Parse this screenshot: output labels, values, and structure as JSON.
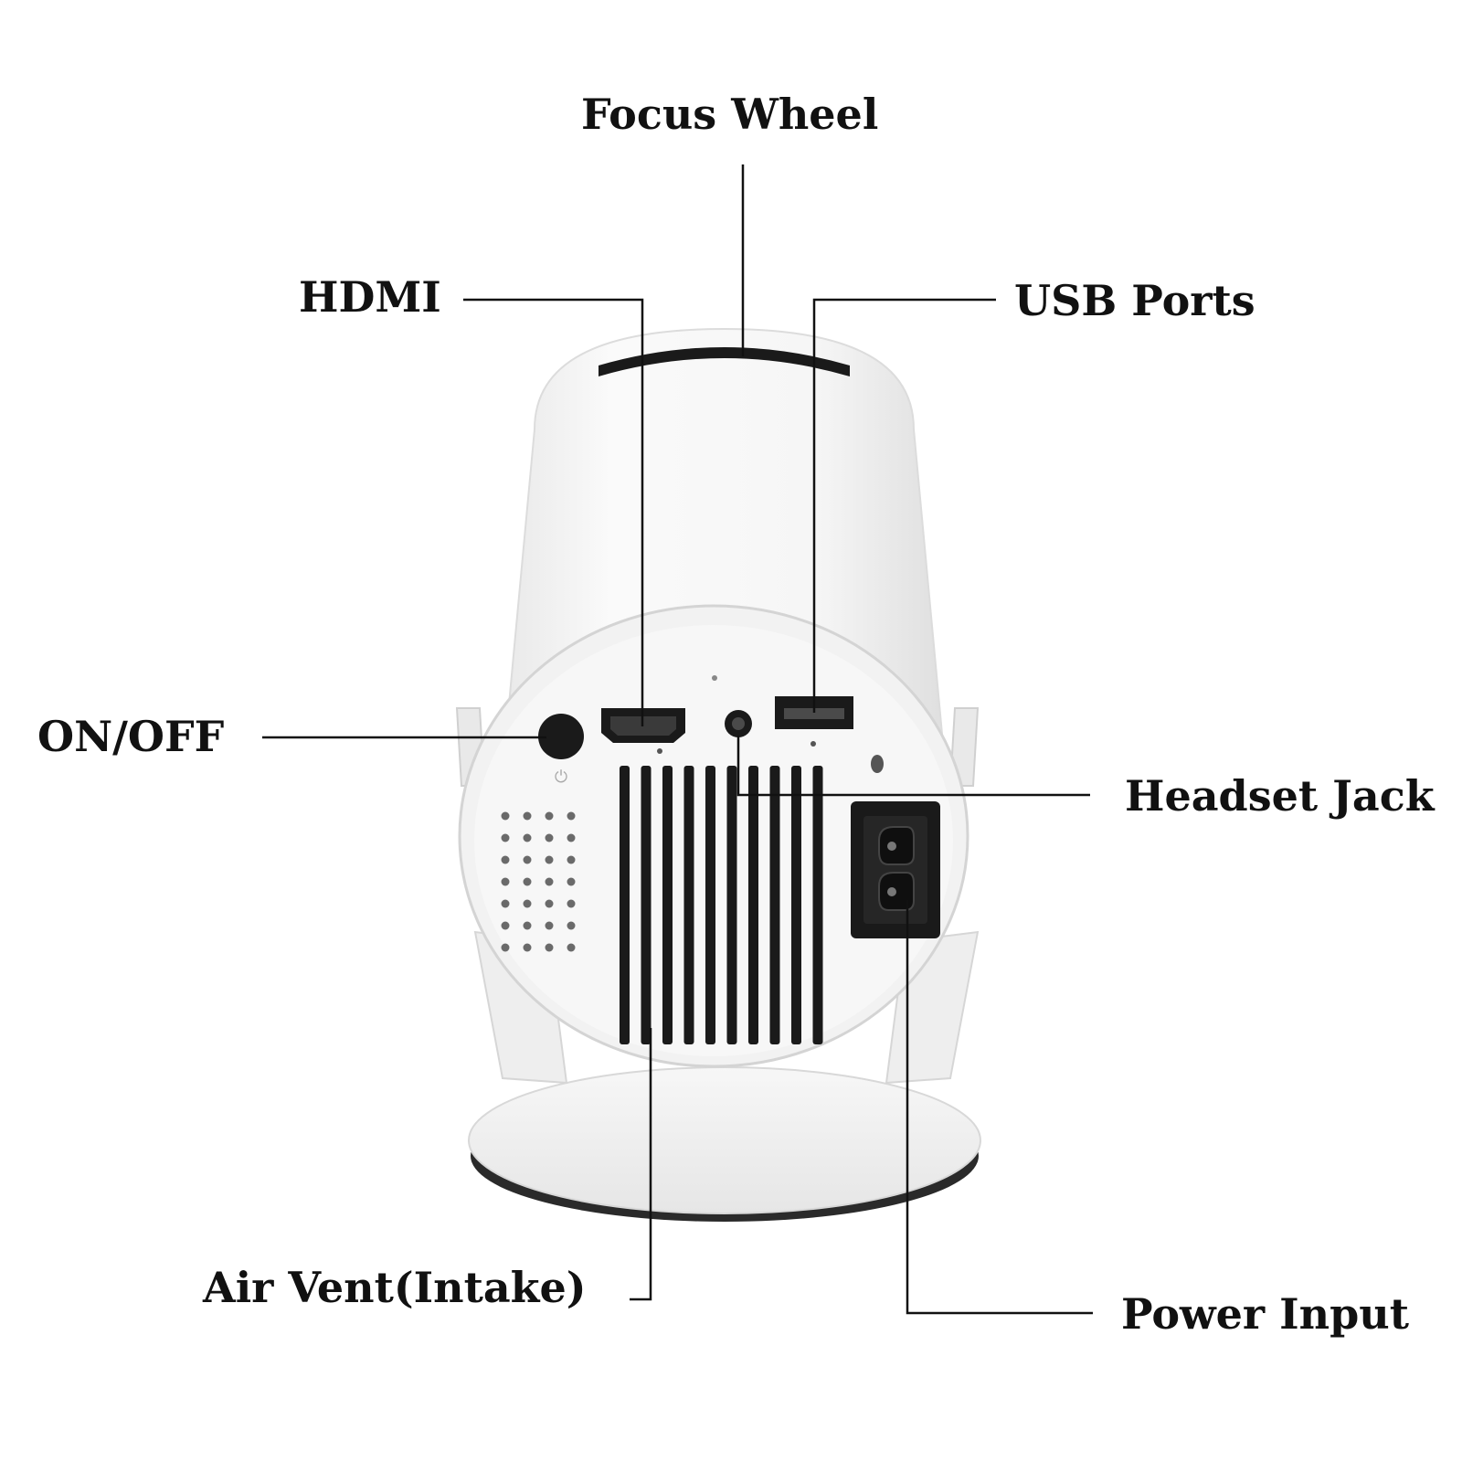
{
  "labels": {
    "focus_wheel": "Focus Wheel",
    "hdmi": "HDMI",
    "usb_ports": "USB Ports",
    "on_off": "ON/OFF",
    "headset_jack": "Headset Jack",
    "air_vent": "Air Vent(Intake)",
    "power_input": "Power Input"
  },
  "colors": {
    "background": "#ffffff",
    "body": "#f4f4f4",
    "shadow": "#d9d9d9",
    "port": "#1a1a1a",
    "leader_line": "#111111"
  }
}
